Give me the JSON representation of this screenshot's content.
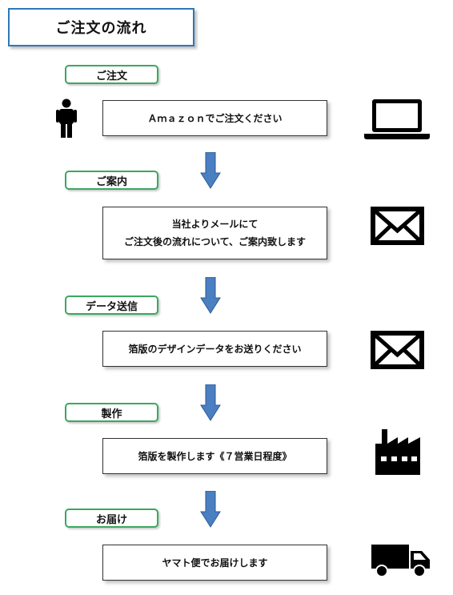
{
  "title": "ご注文の流れ",
  "steps": [
    {
      "label": "ご注文",
      "lines": [
        "Ａｍａｚｏｎでご注文ください"
      ],
      "icon": "laptop-icon"
    },
    {
      "label": "ご案内",
      "lines": [
        "当社よりメールにて",
        "ご注文後の流れについて、ご案内致します"
      ],
      "icon": "mail-icon"
    },
    {
      "label": "データ送信",
      "lines": [
        "箔版のデザインデータをお送りください"
      ],
      "icon": "mail-icon"
    },
    {
      "label": "製作",
      "lines": [
        "箔版を製作します《７営業日程度》"
      ],
      "icon": "factory-icon"
    },
    {
      "label": "お届け",
      "lines": [
        "ヤマト便でお届けします"
      ],
      "icon": "truck-icon"
    }
  ],
  "colors": {
    "arrow": "#4a7fc1",
    "label_border": "#3aa860",
    "title_border": "#2e78b7"
  }
}
